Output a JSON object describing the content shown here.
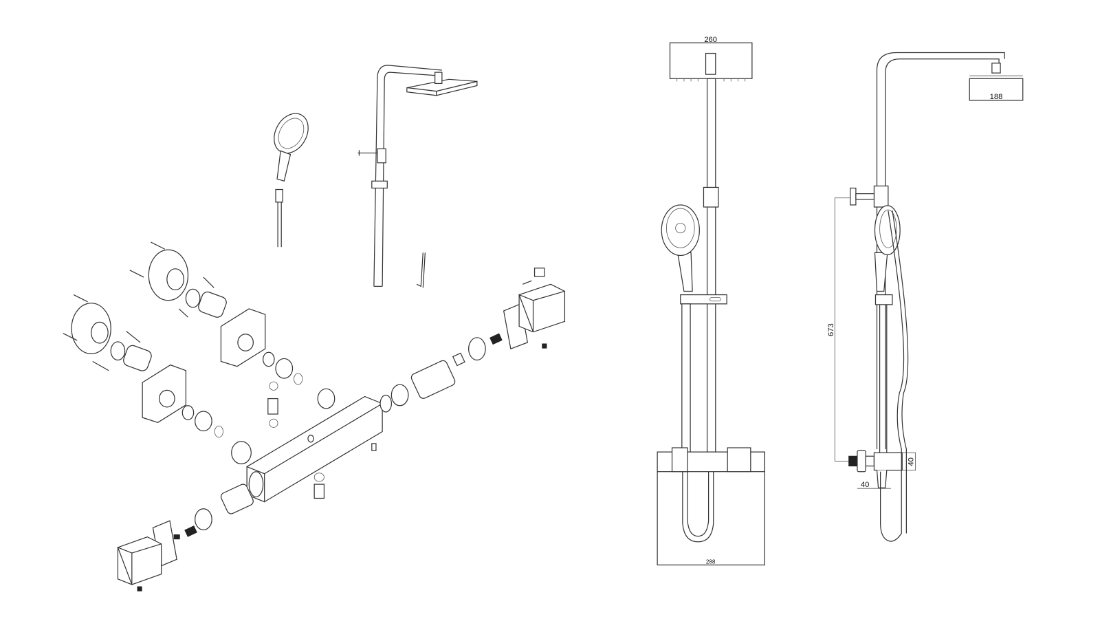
{
  "drawing": {
    "views": [
      "exploded-view",
      "front-elevation",
      "side-elevation"
    ],
    "dimensions": {
      "head_width_front": "260",
      "head_width_side": "188",
      "riser_height": "673",
      "valve_depth": "40",
      "valve_offset": "40",
      "overall_width": "288"
    },
    "line_color": "#333333",
    "background": "#ffffff"
  }
}
